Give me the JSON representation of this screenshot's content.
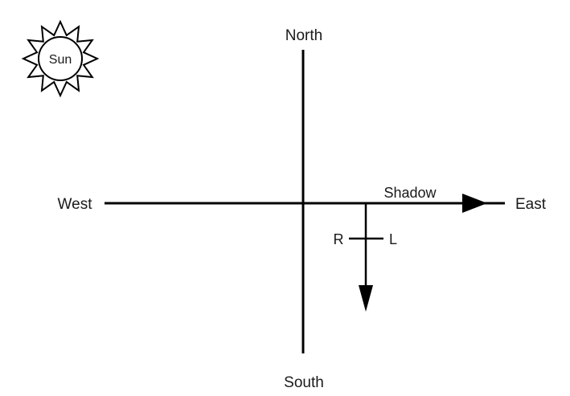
{
  "diagram": {
    "compass": {
      "north": "North",
      "south": "South",
      "east": "East",
      "west": "West"
    },
    "sun_label": "Sun",
    "shadow_label": "Shadow",
    "person": {
      "right_hand": "R",
      "left_hand": "L"
    },
    "colors": {
      "line": "#000000",
      "background": "#ffffff"
    }
  }
}
